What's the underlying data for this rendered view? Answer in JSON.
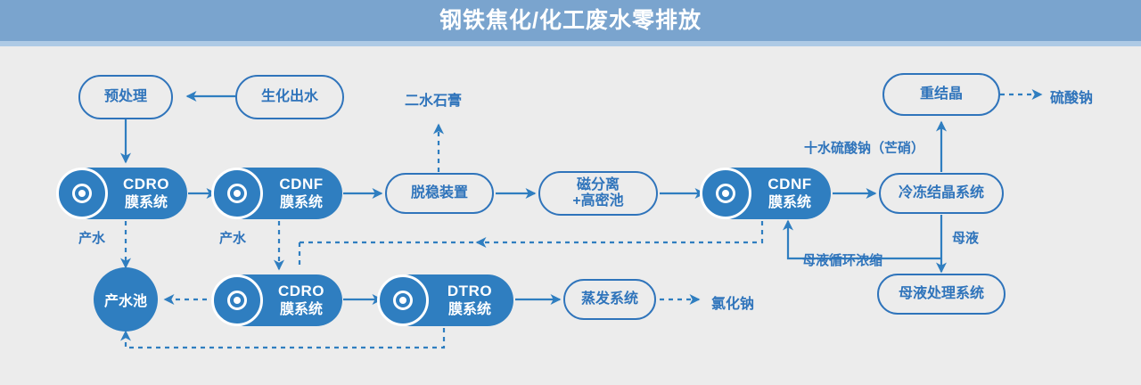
{
  "header": {
    "title": "钢铁焦化/化工废水零排放",
    "bg_color": "#7aa4ce",
    "strip_color": "#aecae5",
    "title_color": "#ffffff"
  },
  "theme": {
    "background": "#ececec",
    "accent_blue": "#2f7ec0",
    "outline_blue": "#2f74bb",
    "text_on_accent": "#ffffff"
  },
  "nodes": {
    "pretreatment": {
      "label": "预处理"
    },
    "bio_effluent": {
      "label": "生化出水"
    },
    "cdro_1": {
      "en": "CDRO",
      "cn": "膜系统",
      "icon": "membrane-ring-icon"
    },
    "cdnf_1": {
      "en": "CDNF",
      "cn": "膜系统",
      "icon": "membrane-ring-icon"
    },
    "destab": {
      "label": "脱稳装置"
    },
    "mag_sep": {
      "line1": "磁分离",
      "line2": "+高密池"
    },
    "cdnf_2": {
      "en": "CDNF",
      "cn": "膜系统",
      "icon": "membrane-ring-icon"
    },
    "freeze_cryst": {
      "label": "冷冻结晶系统"
    },
    "recrystal": {
      "label": "重结晶"
    },
    "product_pool": {
      "label": "产水池"
    },
    "cdro_2": {
      "en": "CDRO",
      "cn": "膜系统",
      "icon": "membrane-ring-icon"
    },
    "dtro": {
      "en": "DTRO",
      "cn": "膜系统",
      "icon": "membrane-ring-icon"
    },
    "evaporation": {
      "label": "蒸发系统"
    },
    "mother_liquor_sys": {
      "label": "母液处理系统"
    }
  },
  "labels": {
    "gypsum": "二水石膏",
    "sodium_sulfate": "硫酸钠",
    "glauber_salt": "十水硫酸钠（芒硝）",
    "mother_liquor": "母液",
    "mother_liquor_recirc": "母液循环浓缩",
    "product_water_1": "产水",
    "product_water_2": "产水",
    "sodium_chloride": "氯化钠"
  }
}
